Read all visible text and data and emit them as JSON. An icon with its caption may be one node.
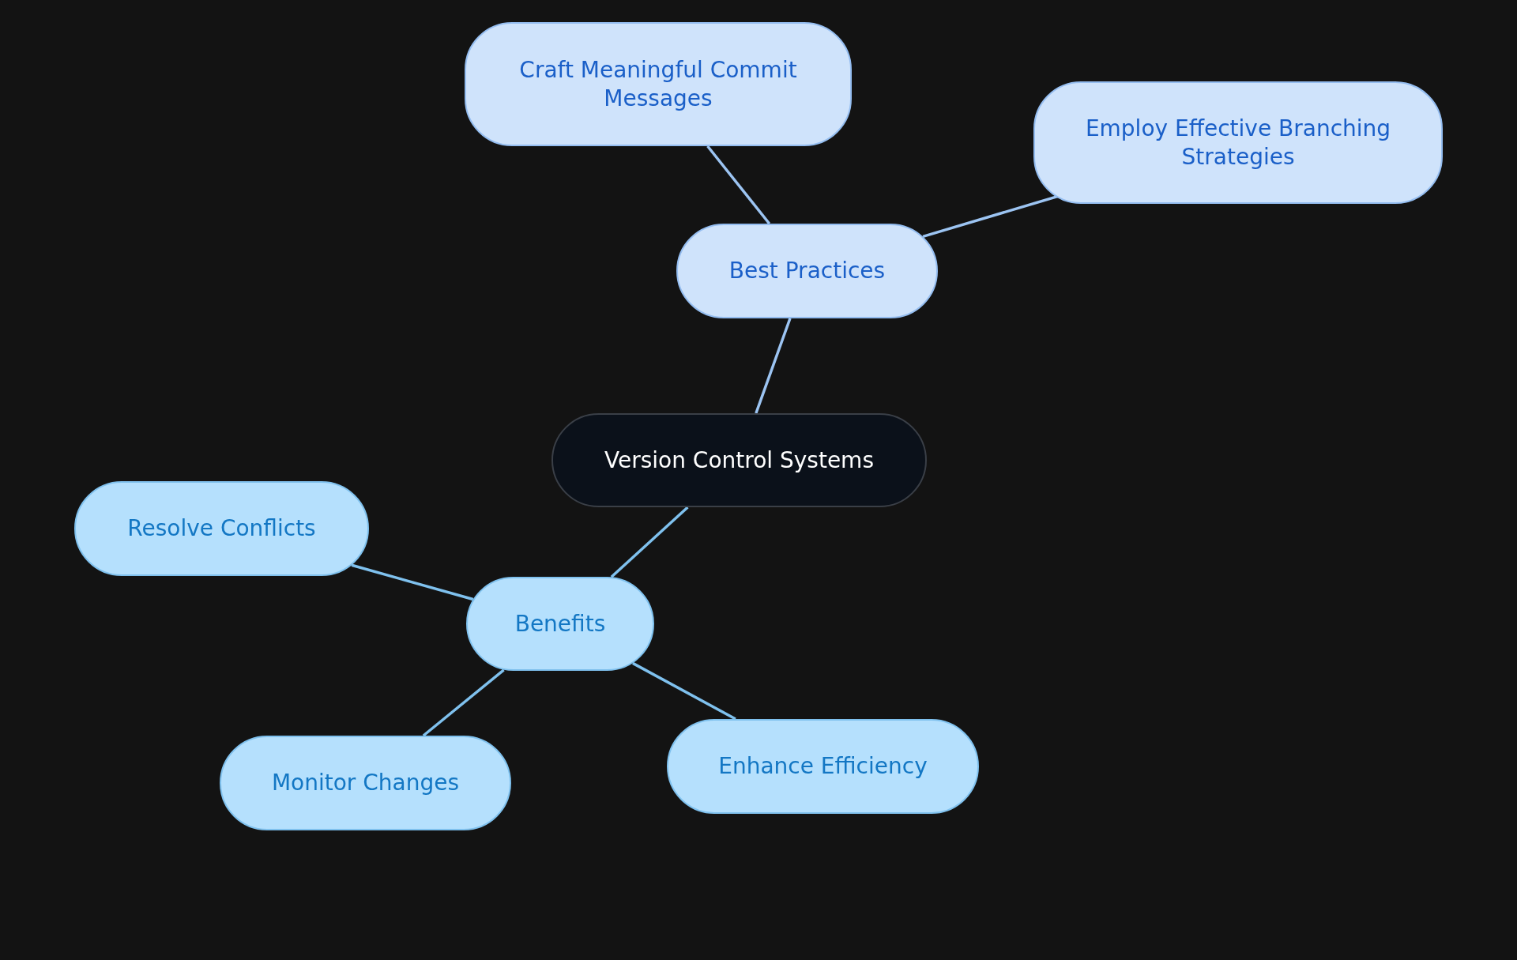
{
  "diagram": {
    "nodes": [
      {
        "text": [
          "Version Control Systems"
        ]
      },
      {
        "text": [
          "Best Practices"
        ]
      },
      {
        "text": [
          "Craft Meaningful Commit Messages"
        ]
      },
      {
        "text": [
          "Employ Effective Branching Strategies"
        ]
      },
      {
        "text": [
          "Benefits"
        ]
      },
      {
        "text": [
          "Resolve Conflicts"
        ]
      },
      {
        "text": [
          "Monitor Changes"
        ]
      },
      {
        "text": [
          "Enhance Efficiency"
        ]
      }
    ],
    "edges": [
      {
        "from": 0,
        "to": 1,
        "arrow": "none",
        "color": "#9cc4f2"
      },
      {
        "from": 1,
        "to": 2,
        "arrow": "none",
        "color": "#9cc4f2"
      },
      {
        "from": 1,
        "to": 3,
        "arrow": "none",
        "color": "#9cc4f2"
      },
      {
        "from": 0,
        "to": 4,
        "arrow": "none"
      },
      {
        "from": 4,
        "to": 5,
        "arrow": "none"
      },
      {
        "from": 4,
        "to": 6,
        "arrow": "none"
      },
      {
        "from": 4,
        "to": 7,
        "arrow": "none"
      }
    ]
  }
}
